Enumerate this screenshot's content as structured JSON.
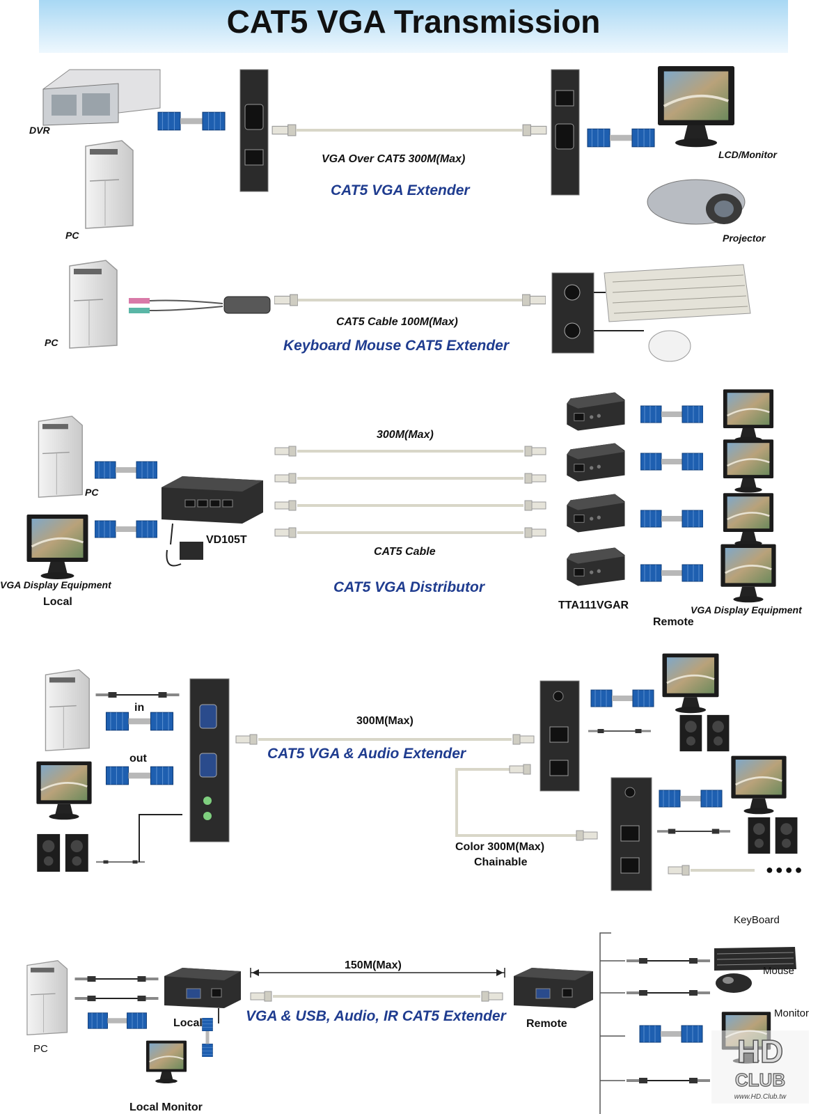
{
  "title": "CAT5 VGA Transmission",
  "colors": {
    "section_title": "#1f3c8f",
    "banner": "#a8d8f4",
    "vga_connector": "#1e5fb0",
    "cable": "#d8d6c8"
  },
  "section1": {
    "dvr": "DVR",
    "pc": "PC",
    "lcd": "LCD/Monitor",
    "projector": "Projector",
    "cable": "VGA Over CAT5 300M(Max)",
    "title": "CAT5 VGA Extender"
  },
  "section2": {
    "pc": "PC",
    "cable": "CAT5 Cable 100M(Max)",
    "title": "Keyboard Mouse CAT5 Extender"
  },
  "section3": {
    "pc": "PC",
    "vga_local": "VGA Display Equipment",
    "local": "Local",
    "device": "VD105T",
    "cable_top": "300M(Max)",
    "cable_bottom": "CAT5 Cable",
    "title": "CAT5 VGA Distributor",
    "receiver": "TTA111VGAR",
    "remote": "Remote",
    "vga_remote": "VGA Display Equipment"
  },
  "section4": {
    "in": "in",
    "out": "out",
    "cable": "300M(Max)",
    "title": "CAT5 VGA & Audio Extender",
    "chain1": "Color 300M(Max)",
    "chain2": "Chainable",
    "dots": "●●●●"
  },
  "section5": {
    "pc": "PC",
    "local": "Local",
    "local_monitor": "Local Monitor",
    "cable": "150M(Max)",
    "title": "VGA & USB, Audio, IR CAT5 Extender",
    "remote": "Remote",
    "keyboard": "KeyBoard",
    "mouse": "Mouse",
    "monitor": "Monitor"
  },
  "watermark": {
    "line1": "HD",
    "line2": "CLUB",
    "url": "www.HD.Club.tw"
  }
}
